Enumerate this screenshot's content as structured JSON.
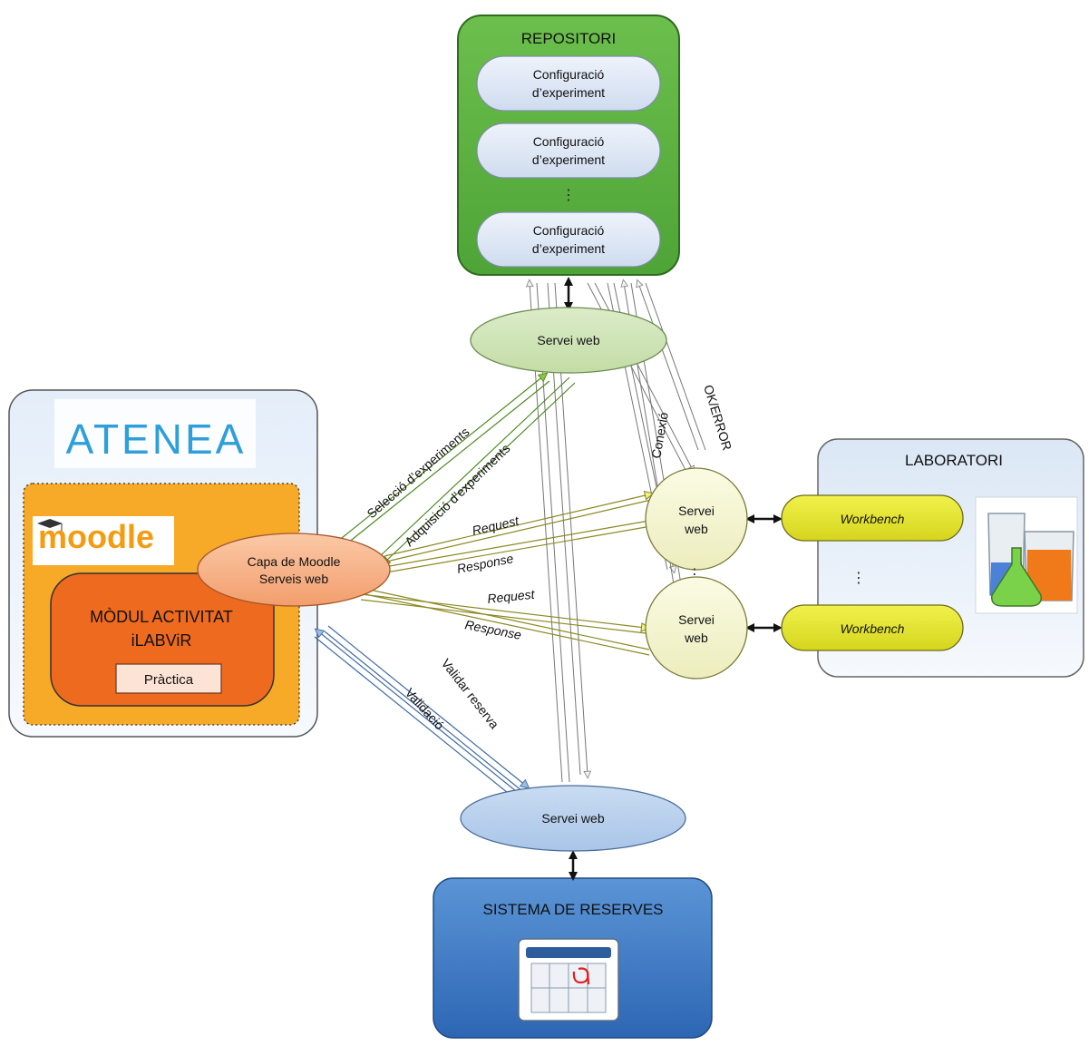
{
  "repositori": {
    "title": "REPOSITORI",
    "configs": [
      [
        "Configuració",
        "d’experiment"
      ],
      [
        "Configuració",
        "d’experiment"
      ],
      [
        "Configuració",
        "d’experiment"
      ]
    ],
    "ellipsis": "⋮"
  },
  "web_service_top": "Servei web",
  "web_service_bottom": "Servei web",
  "lab_services": [
    [
      "Servei",
      "web"
    ],
    [
      "Servei",
      "web"
    ]
  ],
  "lab_services_ellipsis": "⋮",
  "atenea": {
    "logo": "ATENEA",
    "moodle_logo": "moodle",
    "modul_title": [
      "MÒDUL ACTIVITAT",
      "iLABViR"
    ],
    "practica": "Pràctica"
  },
  "moodle_layer": [
    "Capa de Moodle",
    "Serveis web"
  ],
  "laboratori": {
    "title": "LABORATORI",
    "workbenches": [
      "Workbench",
      "Workbench"
    ],
    "ellipsis": "⋮",
    "image_icon": "lab-flasks-icon"
  },
  "reserves": {
    "title": "SISTEMA DE RESERVES",
    "image_icon": "calendar-icon"
  },
  "labels": {
    "seleccio": "Selecció d’experiments",
    "adquisicio": "Adquisició d’experiments",
    "request1": "Request",
    "response1": "Response",
    "request2": "Request",
    "response2": "Response",
    "connexio": "Conexió",
    "ok_error": "OK/ERROR",
    "validar": "Validar reserva",
    "validacio": "Validació"
  },
  "colors": {
    "repo_green": "#5fb342",
    "atenea_blue": "#2f9fd9",
    "moodle_orange": "#f5a623",
    "modul_orange": "#ee6a1f",
    "reserves_blue": "#3b79c7",
    "workbench_yellow": "#e6e62d"
  }
}
